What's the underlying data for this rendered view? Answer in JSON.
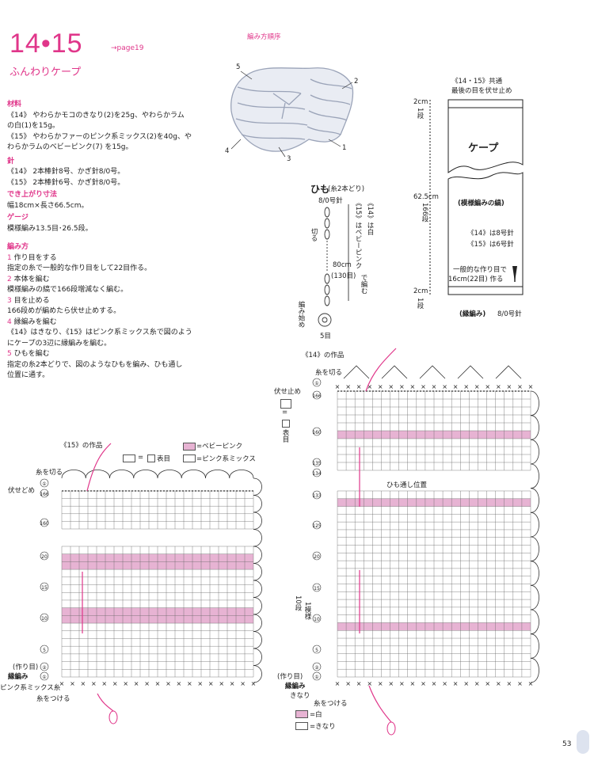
{
  "header": {
    "number": "14•15",
    "page_ref": "→page19",
    "subtitle": "ふんわりケープ",
    "order_label": "編み方順序"
  },
  "materials": {
    "heading": "材料",
    "line1": "《14》 やわらかモコのきなり(2)を25g、やわらかラム",
    "line2": "の白(1)を15g。",
    "line3": "《15》 やわらかファーのピンク系ミックス(2)を40g、や",
    "line4": "わらかラムのベビーピンク(7) を15g。"
  },
  "needles": {
    "heading": "針",
    "line1": "《14》 2本棒針8号、かぎ針8/0号。",
    "line2": "《15》 2本棒針6号、かぎ針8/0号。"
  },
  "size": {
    "heading": "でき上がり寸法",
    "line1": "幅18cm×長さ66.5cm。"
  },
  "gauge": {
    "heading": "ゲージ",
    "line1": "模様編み13.5目･26.5段。"
  },
  "method": {
    "heading": "編み方",
    "s1_num": "1",
    "s1_title": "作り目をする",
    "s1_text": "指定の糸で一般的な作り目をして22目作る。",
    "s2_num": "2",
    "s2_title": "本体を編む",
    "s2_text": "模様編みの縞で166段増減なく編む。",
    "s3_num": "3",
    "s3_title": "目を止める",
    "s3_text": "166段めが編めたら伏せ止めする。",
    "s4_num": "4",
    "s4_title": "縁編みを編む",
    "s4_text1": "《14》はきなり、《15》はピンク系ミックス糸で図のよう",
    "s4_text2": "にケープの3辺に縁編みを編む。",
    "s5_num": "5",
    "s5_title": "ひもを編む",
    "s5_text1": "指定の糸2本どりで、図のようなひもを編み、ひも通し",
    "s5_text2": "位置に通す。"
  },
  "illustration": {
    "n1": "1",
    "n2": "2",
    "n3": "3",
    "n4": "4",
    "n5": "5"
  },
  "schematic": {
    "common": "《14・15》共通",
    "bind_off": "最後の目を伏せ止め",
    "top_h": "2cm",
    "top_rows": "1段",
    "cape": "ケープ",
    "len": "62.5cm",
    "len_rows": "166段",
    "pattern": "(模様編みの縞)",
    "n14": "《14》は8号針",
    "n15": "《15》は6号針",
    "cast1": "一般的な作り目で",
    "cast2": "16cm(22目) 作る",
    "bot_h": "2cm",
    "bot_rows": "1段",
    "edging": "(縁編み)",
    "edging_hook": "8/0号針"
  },
  "cord": {
    "title": "ひも",
    "strands": "(糸2本どり)",
    "hook": "8/0号針",
    "cut": "切る",
    "c14a": "《14》",
    "c14b": "は白",
    "c15a": "《15》",
    "c15b": "はベビーピンク",
    "knit": "で編む",
    "length": "80cm",
    "rows": "(130目)",
    "start": "編み始め",
    "sts": "5目"
  },
  "chart14": {
    "title": "《14》の作品",
    "cut": "糸を切る",
    "bindoff": "伏せ止め",
    "sym1": "=",
    "sym2": "表目",
    "pos": "ひも通し位置",
    "rowlabels": [
      "①",
      "166",
      "160",
      "135",
      "134",
      "133",
      "125",
      "20",
      "15",
      "10",
      "5",
      "②",
      "①"
    ],
    "side1": "10段",
    "side2": "1模様",
    "cast": "(作り目)",
    "edging": "縁編み",
    "edging_color": "きなり",
    "attach": "糸をつける",
    "legend_white": "=白",
    "legend_kinari": "=きなり"
  },
  "chart15": {
    "title": "《15》の作品",
    "legend_baby": "=ベビーピンク",
    "legend_eq": "=",
    "legend_knit": "表目",
    "legend_mix": "=ピンク系ミックス",
    "cut": "糸を切る",
    "bindoff": "伏せどめ",
    "rowlabels": [
      "①",
      "166",
      "160",
      "20",
      "15",
      "10",
      "5",
      "②",
      "①"
    ],
    "cast": "(作り目)",
    "edging": "縁編み",
    "edging_color": "ピンク系ミックス糸",
    "attach": "糸をつける"
  },
  "colors": {
    "accent": "#e0368a",
    "stripe": "#e7b3d3",
    "grid": "#555555"
  },
  "page_number": "53"
}
